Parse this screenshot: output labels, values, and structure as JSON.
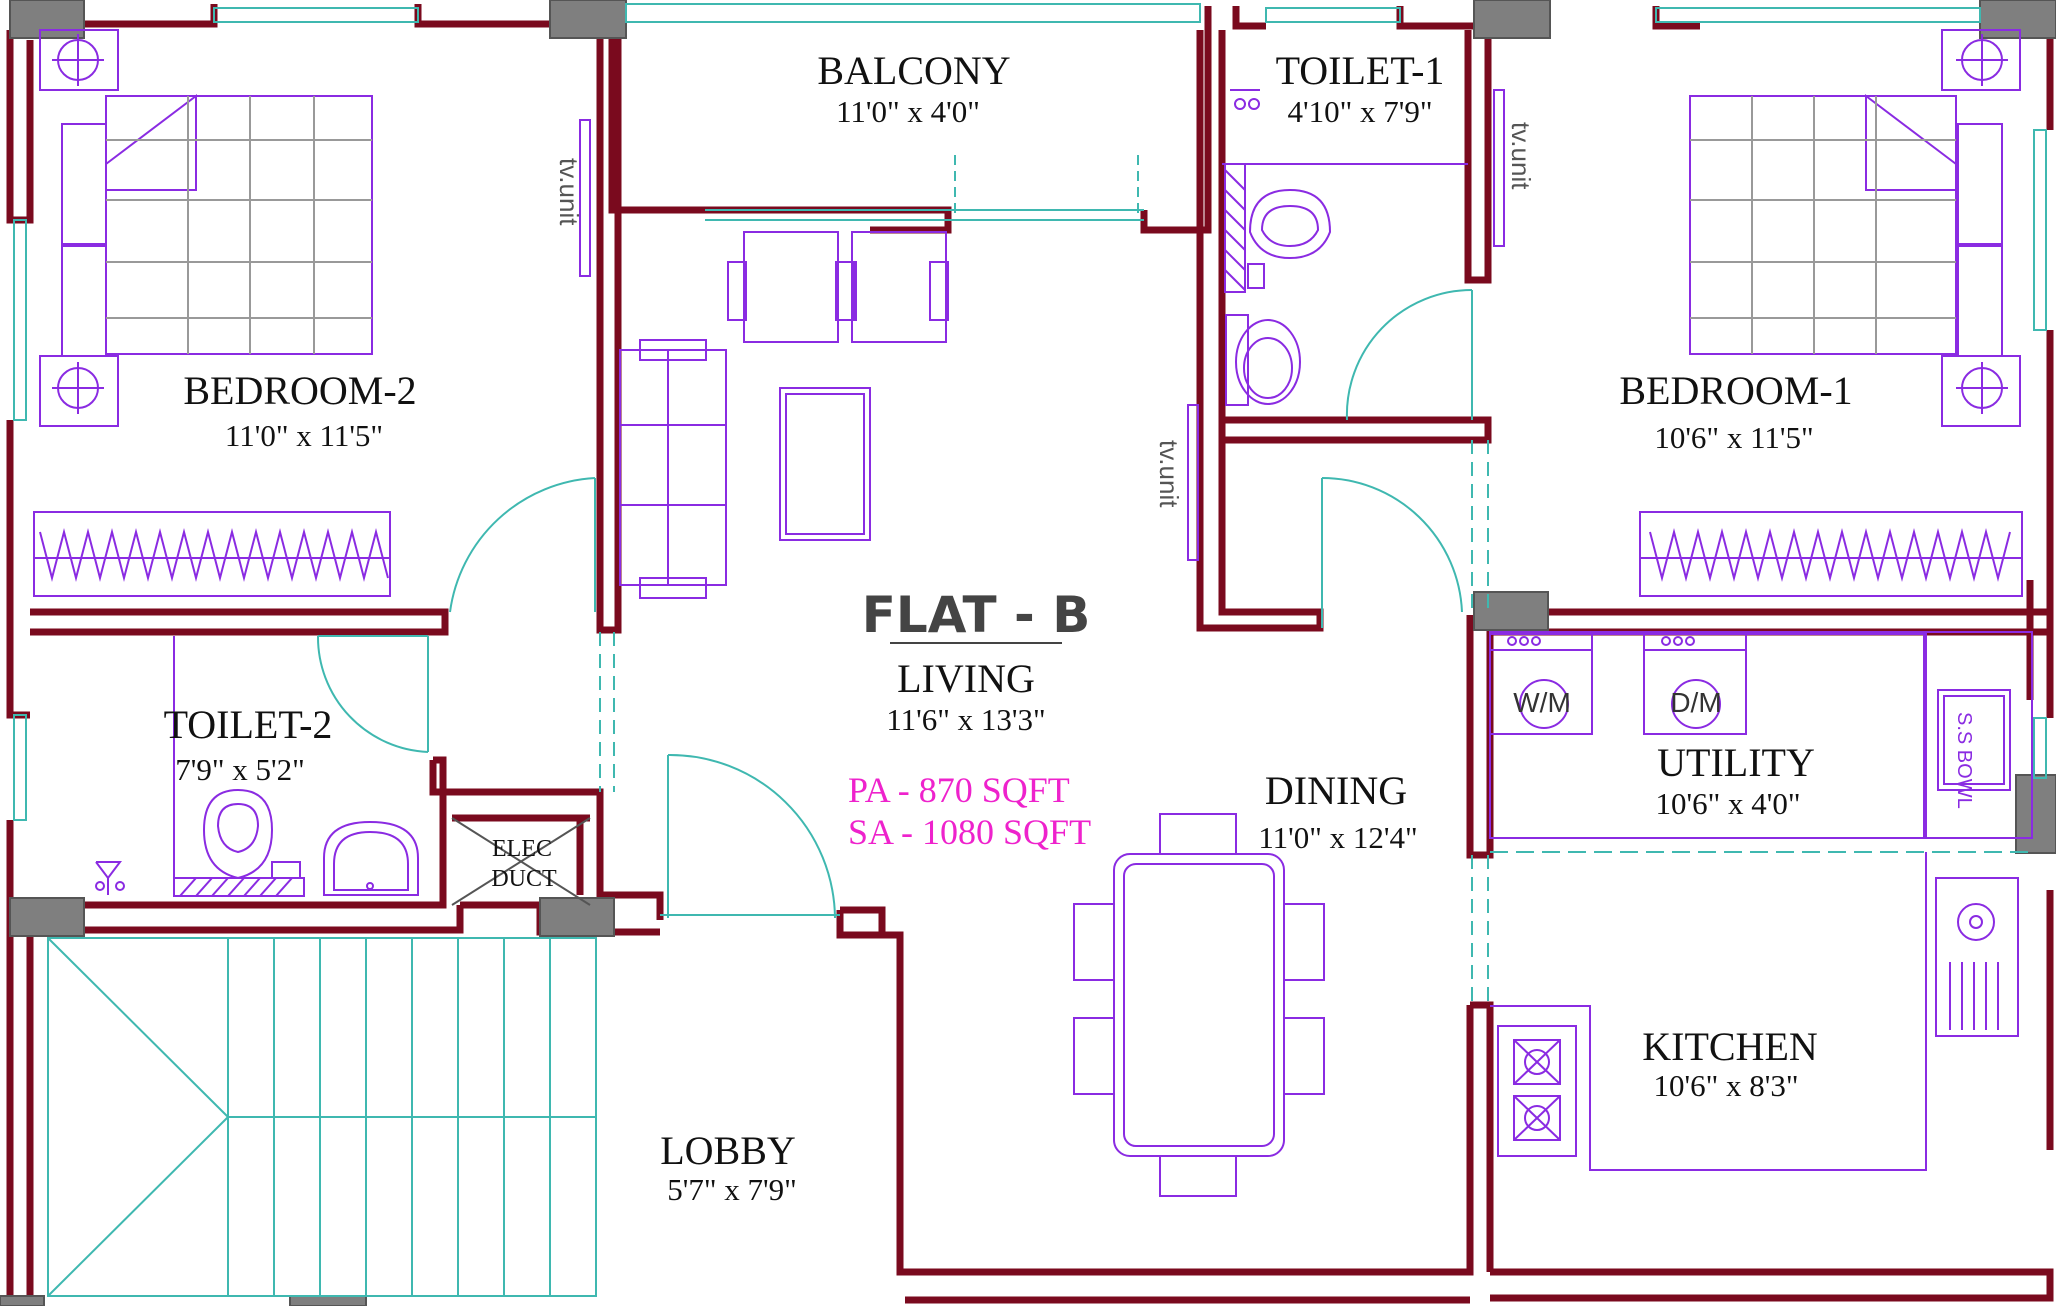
{
  "flat_title": "FLAT - B",
  "areas": {
    "pa": "PA -   870 SQFT",
    "sa": "SA - 1080 SQFT"
  },
  "rooms": {
    "balcony": {
      "name": "BALCONY",
      "size": "11'0\" x 4'0\""
    },
    "toilet1": {
      "name": "TOILET-1",
      "size": "4'10\" x 7'9\""
    },
    "bedroom2": {
      "name": "BEDROOM-2",
      "size": "11'0\" x 11'5\""
    },
    "bedroom1": {
      "name": "BEDROOM-1",
      "size": "10'6\" x 11'5\""
    },
    "living": {
      "name": "LIVING",
      "size": "11'6\" x 13'3\""
    },
    "toilet2": {
      "name": "TOILET-2",
      "size": "7'9\" x 5'2\""
    },
    "utility": {
      "name": "UTILITY",
      "size": "10'6\" x 4'0\""
    },
    "dining": {
      "name": "DINING",
      "size": "11'0\" x 12'4\""
    },
    "kitchen": {
      "name": "KITCHEN",
      "size": "10'6\" x 8'3\""
    },
    "lobby": {
      "name": "LOBBY",
      "size": "5'7\" x 7'9\""
    }
  },
  "labels": {
    "tv_unit": "tv.unit",
    "elec_duct_1": "ELEC",
    "elec_duct_2": "DUCT",
    "washing_machine": "W/M",
    "dish_machine": "D/M",
    "ss_bowl": "S.S BOWL"
  },
  "colors": {
    "wall": "#7A0A1E",
    "furniture": "#8A2BE2",
    "door": "#3FB8B0",
    "area_text": "#EE22CC",
    "column": "#7F7F7F"
  }
}
